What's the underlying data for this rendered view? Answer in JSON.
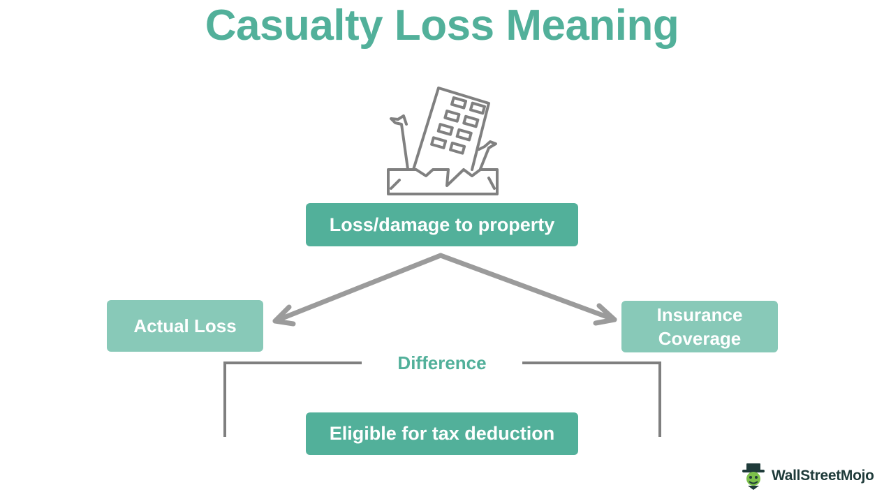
{
  "title": "Casualty Loss Meaning",
  "nodes": {
    "top": "Loss/damage to property",
    "left": "Actual Loss",
    "right": "Insurance Coverage",
    "bottom": "Eligible for tax deduction"
  },
  "difference_label": "Difference",
  "brand": "WallStreetMojo",
  "icons": {
    "main": "collapsed-building-icon",
    "logo": "wallstreetmojo-logo-icon"
  },
  "colors": {
    "primary": "#52b09a",
    "light": "#88c9b8",
    "arrow": "#9b9b9b",
    "bracket": "#7f7f7f",
    "icon": "#808080"
  }
}
